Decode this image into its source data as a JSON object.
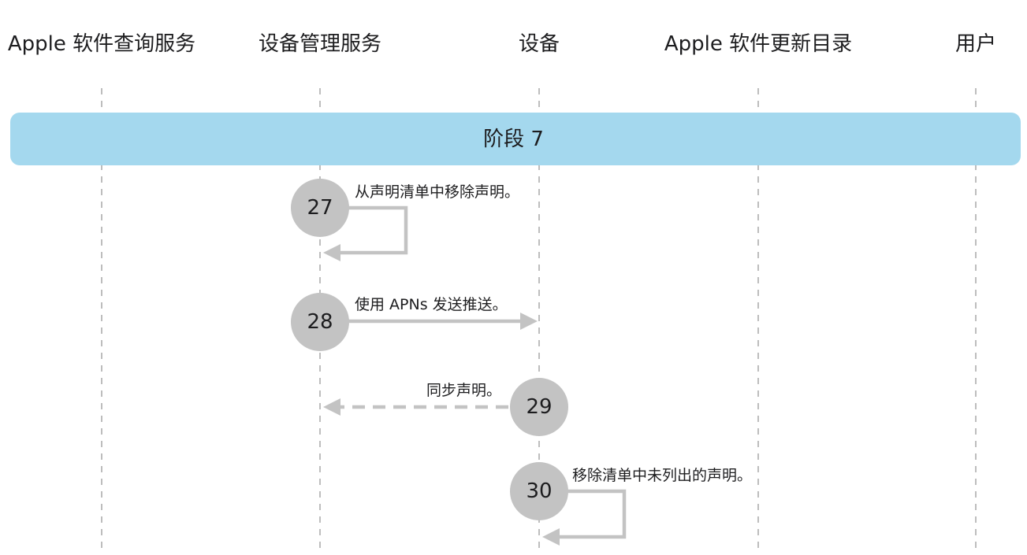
{
  "lanes": [
    "Apple 软件查询服务",
    "设备管理服务",
    "设备",
    "Apple 软件更新目录",
    "用户"
  ],
  "phase": {
    "label": "阶段 7",
    "color": "#a4d8ee"
  },
  "colors": {
    "circle": "#c3c3c3",
    "arrow": "#c3c3c3",
    "lifeline": "#9a9a9a"
  },
  "steps": [
    {
      "number": "27",
      "text": "从声明清单中移除声明。",
      "from": "设备管理服务",
      "to": "设备管理服务",
      "style": "solid"
    },
    {
      "number": "28",
      "text": "使用 APNs 发送推送。",
      "from": "设备管理服务",
      "to": "设备",
      "style": "solid"
    },
    {
      "number": "29",
      "text": "同步声明。",
      "from": "设备",
      "to": "设备管理服务",
      "style": "dashed"
    },
    {
      "number": "30",
      "text": "移除清单中未列出的声明。",
      "from": "设备",
      "to": "设备",
      "style": "solid"
    }
  ]
}
